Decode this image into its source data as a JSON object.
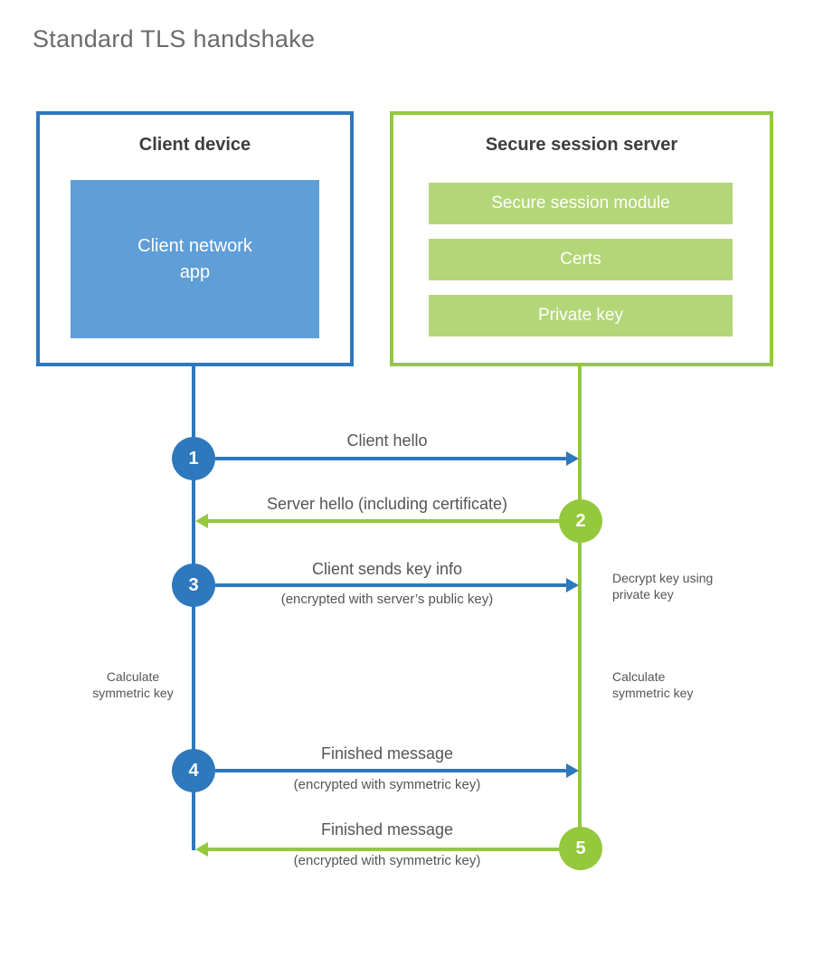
{
  "title": "Standard TLS handshake",
  "client": {
    "title": "Client device",
    "app_label": "Client network\napp"
  },
  "server": {
    "title": "Secure session server",
    "modules": [
      "Secure session module",
      "Certs",
      "Private key"
    ]
  },
  "steps": [
    {
      "num": "1",
      "label": "Client hello",
      "sublabel": "",
      "direction": "right"
    },
    {
      "num": "2",
      "label": "Server hello (including certificate)",
      "sublabel": "",
      "direction": "left"
    },
    {
      "num": "3",
      "label": "Client sends key info",
      "sublabel": "(encrypted with server’s public key)",
      "direction": "right"
    },
    {
      "num": "4",
      "label": "Finished message",
      "sublabel": "(encrypted with symmetric key)",
      "direction": "right"
    },
    {
      "num": "5",
      "label": "Finished message",
      "sublabel": "(encrypted with symmetric key)",
      "direction": "left"
    }
  ],
  "side_notes": {
    "decrypt": "Decrypt key using\nprivate key",
    "client_calculate": "Calculate\nsymmetric key",
    "server_calculate": "Calculate\nsymmetric key"
  },
  "colors": {
    "blue_line": "#2e78bd",
    "blue_fill": "#5f9ed6",
    "green_line": "#94c83d",
    "green_fill": "#b3d679",
    "heading_text": "#3d3d3d",
    "label_text": "#555555",
    "title_text": "#6b6b6b"
  }
}
